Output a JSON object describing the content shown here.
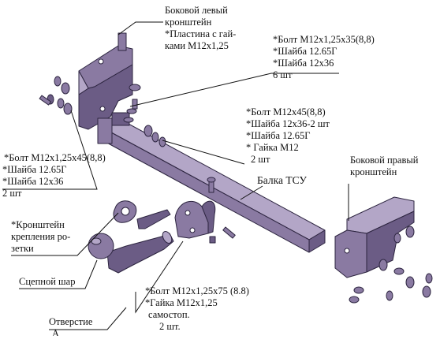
{
  "labels": {
    "left_bracket": [
      "Боковой левый",
      "кронштейн",
      "*Пластина с гай-",
      "ками М12х1,25"
    ],
    "bolt_top": [
      "*Болт М12х1,25х35(8,8)",
      "*Шайба 12.65Г",
      "*Шайба 12х36",
      "6 шт"
    ],
    "bolt_middle": [
      "*Болт М12х45(8,8)",
      "*Шайба 12х36-2 шт",
      "*Шайба 12.65Г",
      "* Гайка М12",
      "2 шт"
    ],
    "bolt_left": [
      "*Болт М12х1,25х45(8,8)",
      "*Шайба 12.65Г",
      "*Шайба 12х36",
      "2 шт"
    ],
    "right_bracket": [
      "Боковой правый",
      "кронштейн"
    ],
    "beam": "Балка ТСУ",
    "socket_bracket": [
      "*Кронштейн",
      "крепления ро-",
      "зетки"
    ],
    "tow_ball": "Сцепной шар",
    "bolt_bottom": [
      "*Болт М12х1,25х75 (8.8)",
      "*Гайка М12х1,25",
      "самостоп.",
      "2 шт."
    ],
    "hole": [
      "Отверстие",
      "А"
    ]
  }
}
